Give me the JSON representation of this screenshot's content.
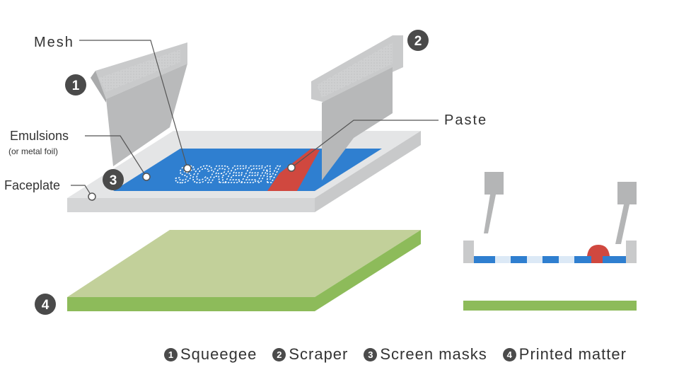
{
  "labels": {
    "mesh": "Mesh",
    "paste": "Paste",
    "emulsions": "Emulsions",
    "emulsions_sub": "(or metal foil)",
    "faceplate": "Faceplate",
    "screen_text": "SCREEN"
  },
  "badges": [
    "1",
    "2",
    "3",
    "4"
  ],
  "legend": [
    {
      "num": "1",
      "label": "Squeegee"
    },
    {
      "num": "2",
      "label": "Scraper"
    },
    {
      "num": "3",
      "label": "Screen masks"
    },
    {
      "num": "4",
      "label": "Printed matter"
    }
  ],
  "colors": {
    "frame": "#d9dadb",
    "screen_blue": "#2f7fd0",
    "paste_red": "#d0483f",
    "printed_green": "#b7c98d",
    "green_edge": "#8dbb5a",
    "badge": "#4a4a4a"
  }
}
